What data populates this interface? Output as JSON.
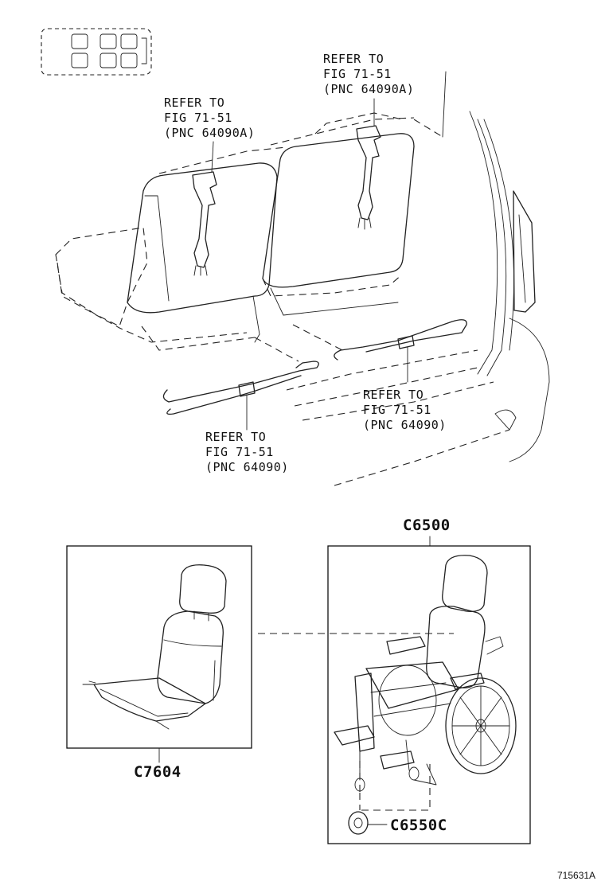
{
  "callouts": [
    {
      "lines": [
        "REFER TO",
        "FIG 71-51",
        "(PNC 64090A)"
      ]
    },
    {
      "lines": [
        "REFER TO",
        "FIG 71-51",
        "(PNC 64090A)"
      ]
    },
    {
      "lines": [
        "REFER TO",
        "FIG 71-51",
        "(PNC 64090)"
      ]
    },
    {
      "lines": [
        "REFER TO",
        "FIG 71-51",
        "(PNC 64090)"
      ]
    }
  ],
  "parts": {
    "cushion_set": "C7604",
    "wheelchair": "C6500",
    "cap": "C6550C"
  },
  "figure_number": "715631A"
}
